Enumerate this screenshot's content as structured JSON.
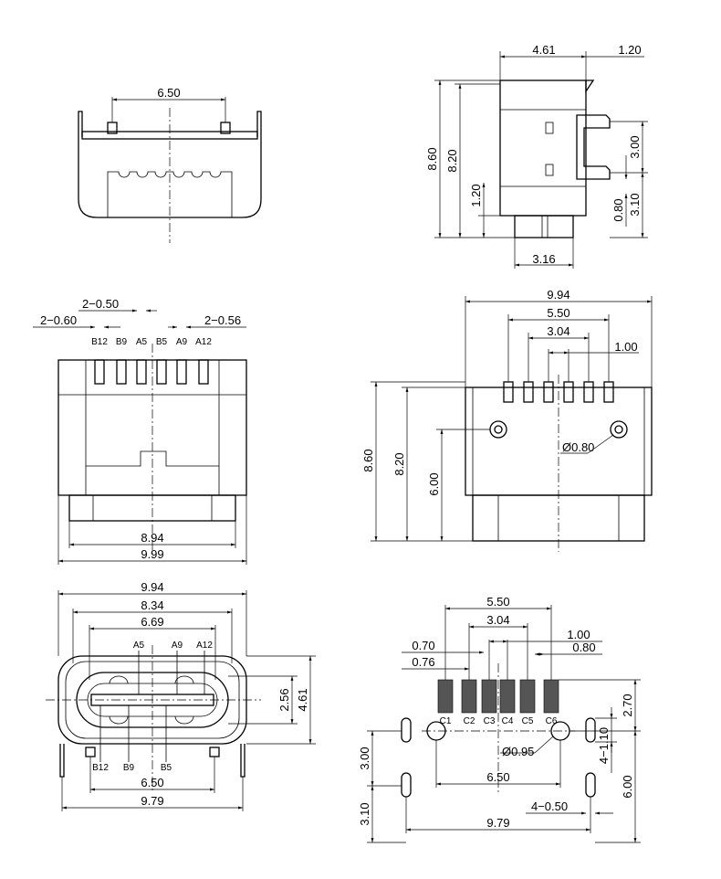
{
  "view1_top": {
    "width": "6.50"
  },
  "view2_side": {
    "depth": "4.61",
    "tab": "1.20",
    "h_total": "8.60",
    "h_body": "8.20",
    "h_low": "1.20",
    "slot_gap": "3.00",
    "tail": "0.80",
    "tail_h": "3.10",
    "bottom_w": "3.16"
  },
  "view3_front": {
    "pitch_left": "2−0.60",
    "pitch_mid": "2−0.50",
    "pitch_right": "2−0.56",
    "pins": [
      "B12",
      "B9",
      "A5",
      "B5",
      "A9",
      "A12"
    ],
    "w_inner": "8.94",
    "w_outer": "9.99"
  },
  "view4_back": {
    "width": "9.94",
    "pin_span": "5.50",
    "pin_mid": "3.04",
    "pin_pitch": "1.00",
    "h_total": "8.60",
    "h_body": "8.20",
    "post_h": "6.00",
    "post_dia": "Ø0.80"
  },
  "view5_opening": {
    "w_total": "9.94",
    "w_shell": "8.34",
    "w_mid": "6.69",
    "pins_top": [
      "A5",
      "A9",
      "A12"
    ],
    "pins_bottom": [
      "B12",
      "B9",
      "B5"
    ],
    "h_inner": "2.56",
    "h_outer": "4.61",
    "peg_span": "6.50",
    "leg_span": "9.79"
  },
  "view6_pcb": {
    "pad_span": "5.50",
    "pad_mid": "3.04",
    "pitch_1": "1.00",
    "pitch_08": "0.80",
    "pad_w_1": "0.70",
    "pad_w_2": "0.76",
    "pads": [
      "C1",
      "C2",
      "C3",
      "C4",
      "C5",
      "C6"
    ],
    "hole_dia": "Ø0.95",
    "hole_span": "6.50",
    "slot_span": "9.79",
    "slot_spec": "4−0.50",
    "slot_len": "4−1.10",
    "v_300": "3.00",
    "v_310": "3.10",
    "v_270": "2.70",
    "v_600": "6.00"
  }
}
